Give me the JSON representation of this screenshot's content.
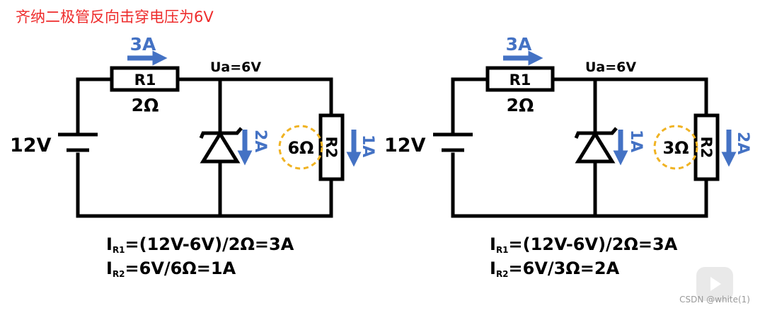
{
  "title": "齐纳二极管反向击穿电压为6V",
  "watermark": "CSDN @white(1)",
  "circuits": [
    {
      "source": "12V",
      "r1_name": "R1",
      "r1_value": "2Ω",
      "r1_current": "3A",
      "node": "Ua=6V",
      "zener_current": "2A",
      "r2_value": "6Ω",
      "r2_name": "R2",
      "r2_current": "1A",
      "eq1_main": "I",
      "eq1_sub": "R1",
      "eq1_rest": "=(12V-6V)/2Ω=3A",
      "eq2_main": "I",
      "eq2_sub": "R2",
      "eq2_rest": "=6V/6Ω=1A"
    },
    {
      "source": "12V",
      "r1_name": "R1",
      "r1_value": "2Ω",
      "r1_current": "3A",
      "node": "Ua=6V",
      "zener_current": "1A",
      "r2_value": "3Ω",
      "r2_name": "R2",
      "r2_current": "2A",
      "eq1_main": "I",
      "eq1_sub": "R1",
      "eq1_rest": "=(12V-6V)/2Ω=3A",
      "eq2_main": "I",
      "eq2_sub": "R2",
      "eq2_rest": "=6V/3Ω=2A"
    }
  ],
  "colors": {
    "wire": "#000000",
    "arrow": "#4472c4",
    "highlight": "#f0b323",
    "title": "#ee2b2b"
  },
  "icons": [
    "arrow-right-icon",
    "arrow-down-icon",
    "zener-diode-icon",
    "battery-icon",
    "play-icon"
  ]
}
